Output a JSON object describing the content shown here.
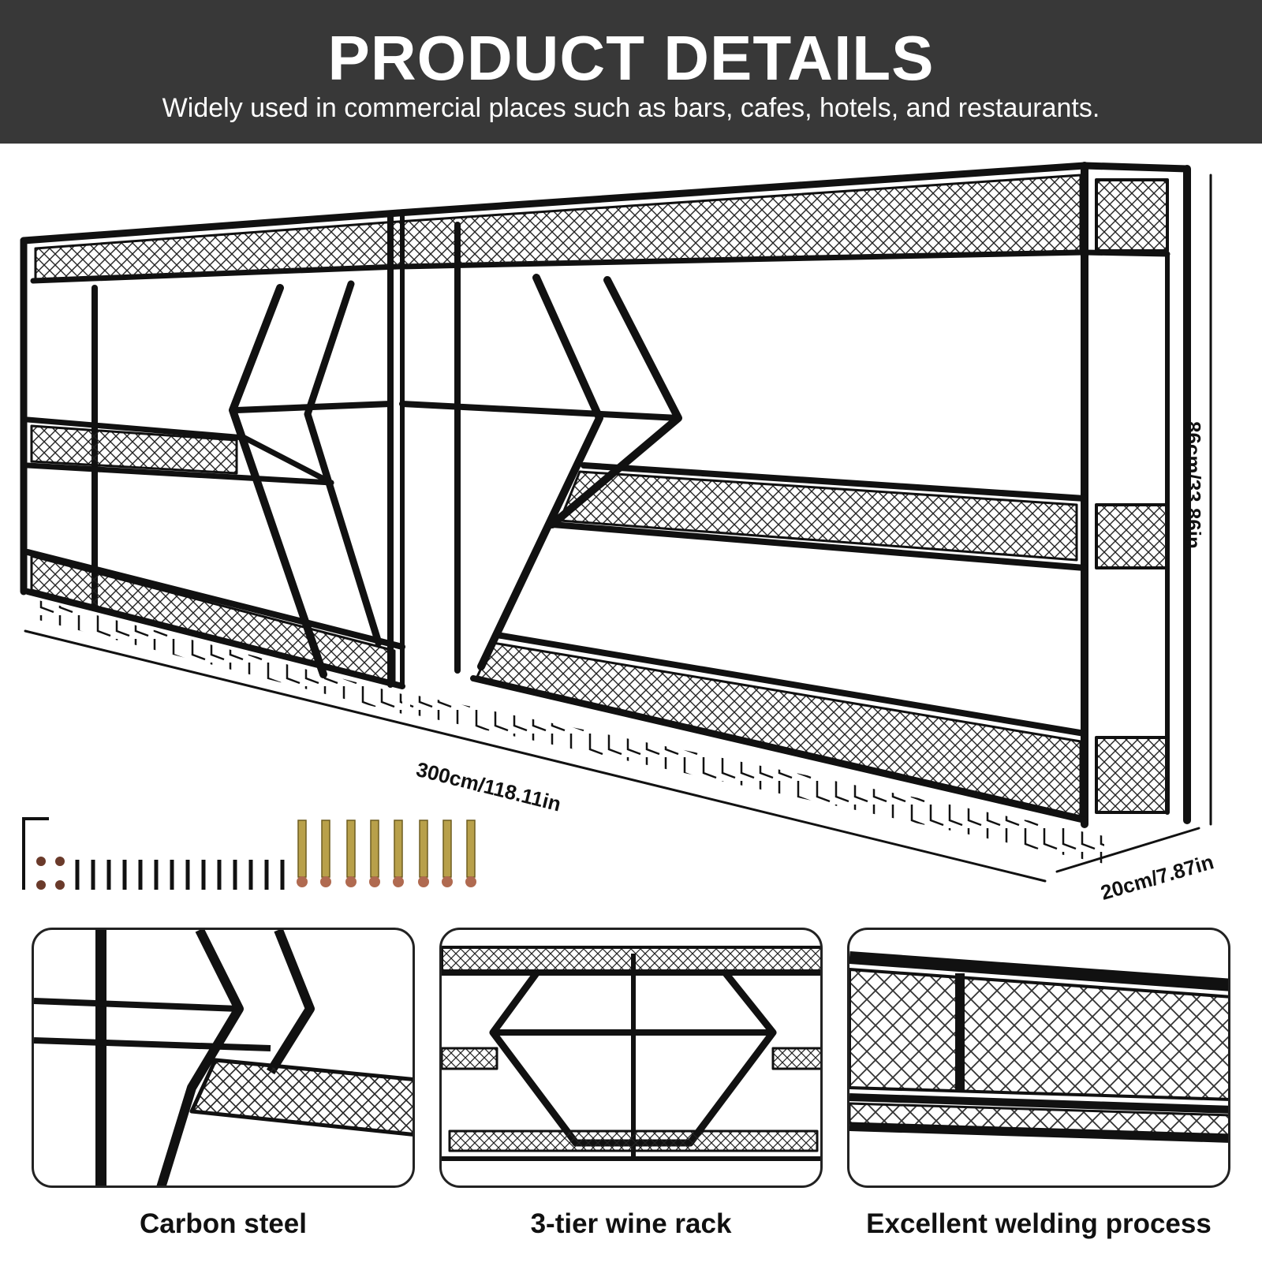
{
  "header": {
    "title": "PRODUCT DETAILS",
    "subtitle": "Widely used in commercial places such as bars, cafes, hotels, and restaurants."
  },
  "dimensions": {
    "length": "300cm/118.11in",
    "height": "86cm/33.86in",
    "depth": "20cm/7.87in"
  },
  "features": [
    {
      "label": "Carbon steel",
      "icon": "shelf-closeup"
    },
    {
      "label": "3-tier wine rack",
      "icon": "rack-center-closeup"
    },
    {
      "label": "Excellent welding process",
      "icon": "mesh-weld-closeup"
    }
  ],
  "colors": {
    "banner": "#383838",
    "frame": "#111111",
    "text": "#111111"
  }
}
